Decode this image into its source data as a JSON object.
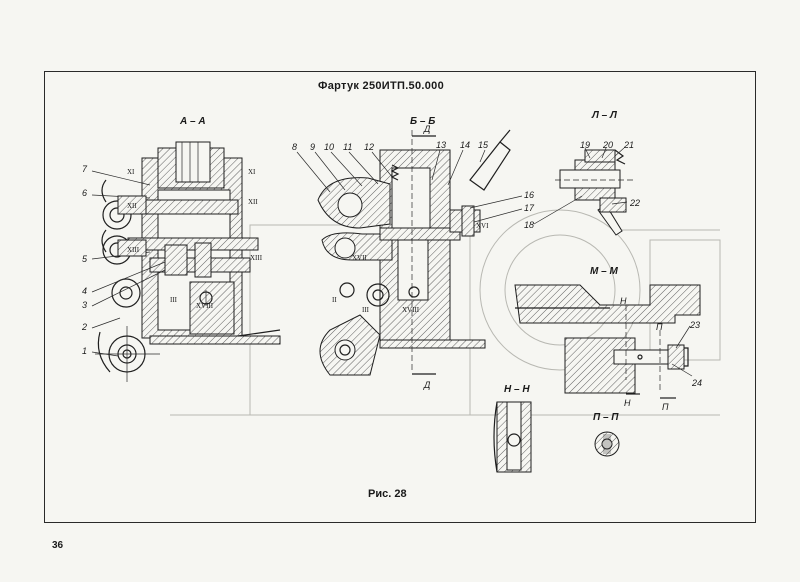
{
  "title": "Фартук 250ИТП.50.000",
  "caption": "Рис. 28",
  "page_number": "36",
  "sections": {
    "aa": "А – А",
    "bb": "Б – Б",
    "ll": "Л – Л",
    "mm": "М – М",
    "nn": "Н – Н",
    "pp": "П – П"
  },
  "cut_marks": {
    "d_top": "Д",
    "d_bottom": "Д",
    "n": "Н",
    "n2": "Н",
    "p": "П",
    "p2": "П"
  },
  "callouts": {
    "c1": "1",
    "c2": "2",
    "c3": "3",
    "c4": "4",
    "c5": "5",
    "c6": "6",
    "c7": "7",
    "c8": "8",
    "c9": "9",
    "c10": "10",
    "c11": "11",
    "c12": "12",
    "c13": "13",
    "c14": "14",
    "c15": "15",
    "c16": "16",
    "c17": "17",
    "c18": "18",
    "c19": "19",
    "c20": "20",
    "c21": "21",
    "c22": "22",
    "c23": "23",
    "c24": "24"
  },
  "roman": {
    "r_xi_a": "XI",
    "r_xi_b": "XI",
    "r_xii_a": "XII",
    "r_xii_b": "XII",
    "r_xiii_a": "XIII",
    "r_xiii_b": "XIII",
    "r_iii_a": "III",
    "r_xviii_a": "XVIII",
    "r_ii": "II",
    "r_iii_b": "III",
    "r_xviii_b": "XVIII",
    "r_xvii": "XVII",
    "r_xvi": "XVI"
  }
}
